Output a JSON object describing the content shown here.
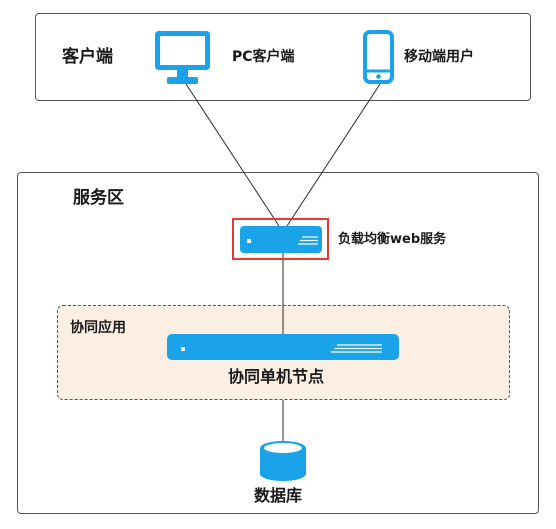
{
  "client_zone": {
    "title": "客户端",
    "pc_label": "PC客户端",
    "mobile_label": "移动端用户",
    "pc_icon": "monitor-icon",
    "mobile_icon": "smartphone-icon"
  },
  "service_zone": {
    "title": "服务区",
    "load_balancer_label": "负载均衡web服务",
    "load_balancer_icon": "server-icon",
    "collab_title": "协同应用",
    "node_label": "协同单机节点",
    "node_icon": "server-icon",
    "database_label": "数据库",
    "database_icon": "database-icon"
  },
  "colors": {
    "icon_blue": "#1aa3e8",
    "highlight_red": "#e53935",
    "collab_fill": "#fbeee3",
    "border": "#555555"
  }
}
